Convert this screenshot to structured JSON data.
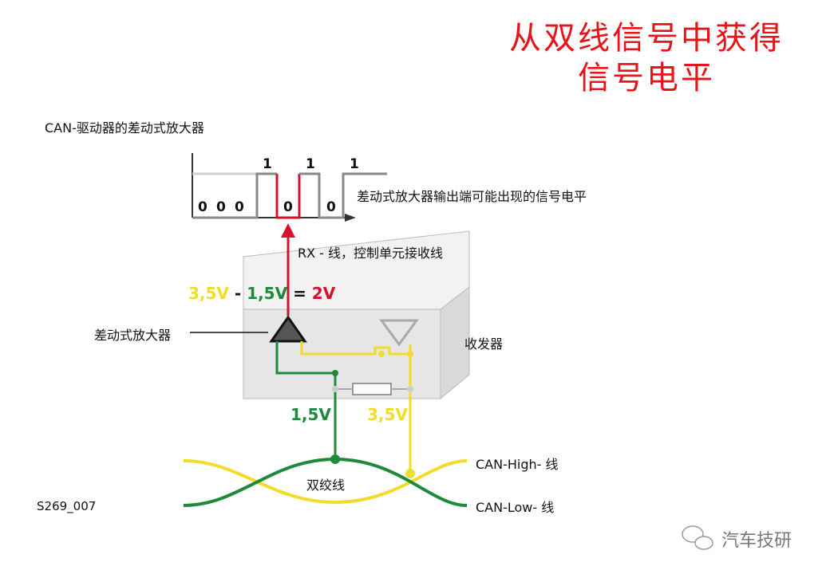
{
  "title": {
    "line1": "从双线信号中获得",
    "line2": "信号电平"
  },
  "labels": {
    "can_driver": "CAN-驱动器的差动式放大器",
    "possible_levels": "差动式放大器输出端可能出现的信号电平",
    "rx_line": "RX - 线，控制单元接收线",
    "diff_amp": "差动式放大器",
    "transceiver": "收发器",
    "twisted_pair": "双绞线",
    "can_high": "CAN-High- 线",
    "can_low": "CAN-Low- 线",
    "figure_id": "S269_007",
    "watermark": "汽车技研"
  },
  "bits": {
    "b1": "0",
    "b2": "0",
    "b3": "0",
    "b4": "1",
    "b5": "0",
    "b6": "1",
    "b7": "0",
    "b8": "1"
  },
  "formula": {
    "v_high": "3,5V",
    "minus": "-",
    "v_low": "1,5V",
    "equals": "=",
    "result": "2V"
  },
  "voltages": {
    "low_line": "1,5V",
    "high_line": "3,5V"
  },
  "colors": {
    "title_red": "#e8141a",
    "signal_red": "#d4102a",
    "can_high_yellow": "#f2dc2b",
    "can_low_green": "#1c8a3a",
    "gray_signal": "#888888"
  }
}
